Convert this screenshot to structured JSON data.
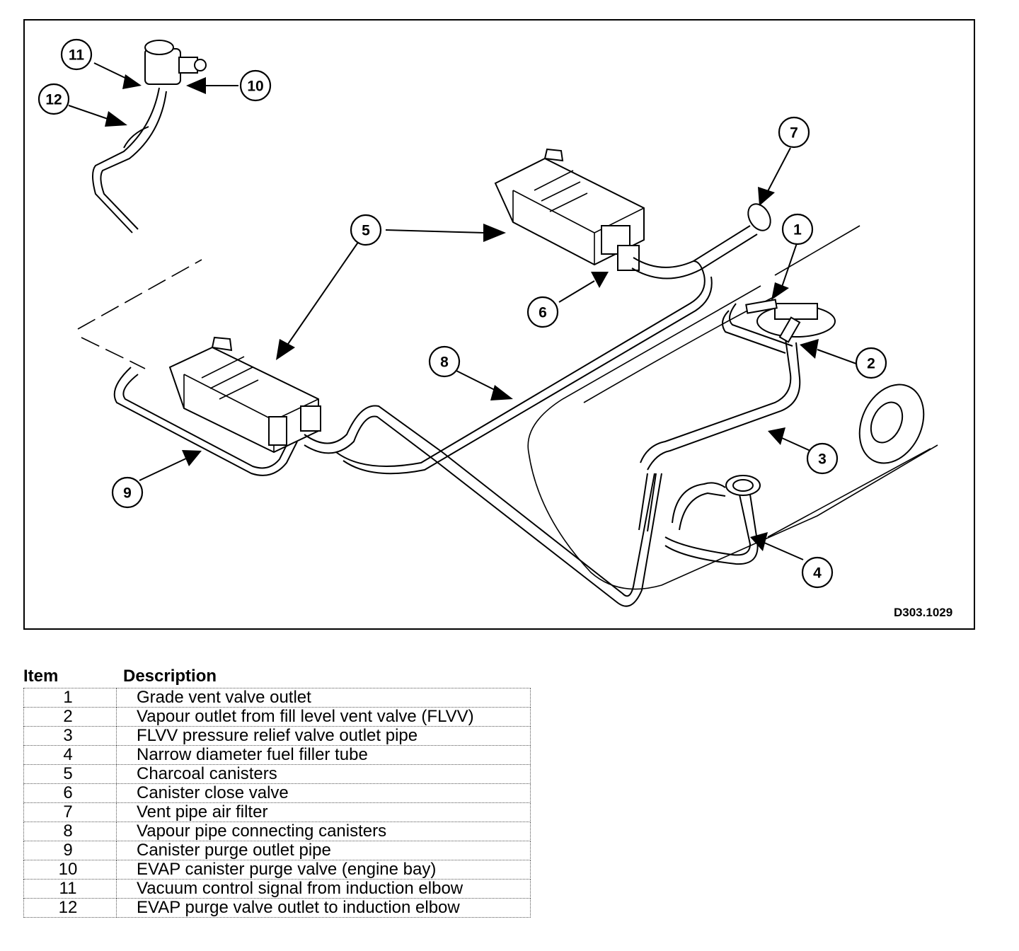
{
  "figure": {
    "reference": "D303.1029",
    "callouts": [
      "1",
      "2",
      "3",
      "4",
      "5",
      "6",
      "7",
      "8",
      "9",
      "10",
      "11",
      "12"
    ]
  },
  "legend": {
    "header_item": "Item",
    "header_description": "Description",
    "rows": [
      {
        "item": "1",
        "description": "Grade vent valve outlet"
      },
      {
        "item": "2",
        "description": "Vapour outlet from fill level vent valve (FLVV)"
      },
      {
        "item": "3",
        "description": "FLVV pressure relief valve outlet pipe"
      },
      {
        "item": "4",
        "description": "Narrow diameter fuel filler tube"
      },
      {
        "item": "5",
        "description": "Charcoal canisters"
      },
      {
        "item": "6",
        "description": "Canister close valve"
      },
      {
        "item": "7",
        "description": "Vent pipe air filter"
      },
      {
        "item": "8",
        "description": "Vapour pipe connecting canisters"
      },
      {
        "item": "9",
        "description": "Canister purge outlet pipe"
      },
      {
        "item": "10",
        "description": "EVAP canister purge valve (engine bay)"
      },
      {
        "item": "11",
        "description": "Vacuum control signal from induction elbow"
      },
      {
        "item": "12",
        "description": "EVAP purge valve outlet to induction elbow"
      }
    ]
  }
}
